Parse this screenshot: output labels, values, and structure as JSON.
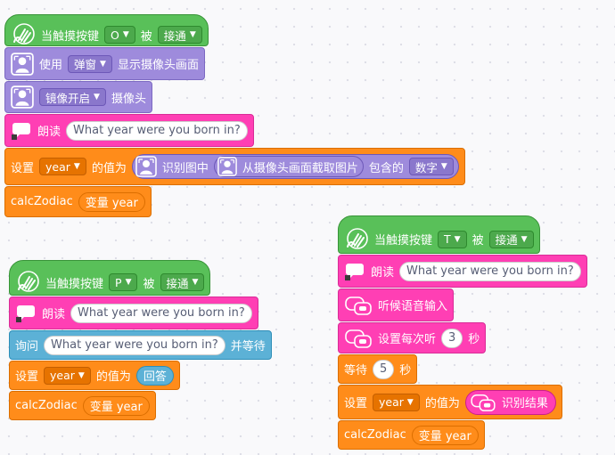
{
  "stacks": {
    "stack_o": {
      "hat": {
        "label": "当触摸按键",
        "key": "O",
        "by": "被",
        "state": "接通"
      },
      "camera_show": {
        "use": "使用",
        "mode": "弹窗",
        "label": "显示摄像头画面"
      },
      "mirror": {
        "value": "镜像开启",
        "label": "摄像头"
      },
      "speak": {
        "label": "朗读",
        "text": "What year were you born in?"
      },
      "set_var": {
        "label": "设置",
        "var": "year",
        "to": "的值为",
        "recognize": "识别图中",
        "capture": "从摄像头画面截取图片",
        "contains": "包含的",
        "type": "数字"
      },
      "call": {
        "label": "calcZodiac",
        "arg": "变量 year"
      }
    },
    "stack_p": {
      "hat": {
        "label": "当触摸按键",
        "key": "P",
        "by": "被",
        "state": "接通"
      },
      "speak": {
        "label": "朗读",
        "text": "What year were you born in?"
      },
      "ask": {
        "label": "询问",
        "text": "What year were you born in?",
        "wait": "并等待"
      },
      "set_var": {
        "label": "设置",
        "var": "year",
        "to": "的值为",
        "answer": "回答"
      },
      "call": {
        "label": "calcZodiac",
        "arg": "变量 year"
      }
    },
    "stack_t": {
      "hat": {
        "label": "当触摸按键",
        "key": "T",
        "by": "被",
        "state": "接通"
      },
      "speak": {
        "label": "朗读",
        "text": "What year were you born in?"
      },
      "listen": {
        "label": "听候语音输入"
      },
      "listen_time": {
        "label": "设置每次听",
        "seconds": "3",
        "unit": "秒"
      },
      "wait": {
        "label": "等待",
        "seconds": "5",
        "unit": "秒"
      },
      "set_var": {
        "label": "设置",
        "var": "year",
        "to": "的值为",
        "result": "识别结果"
      },
      "call": {
        "label": "calcZodiac",
        "arg": "变量 year"
      }
    }
  },
  "colors": {
    "event_green": "#59c059",
    "camera_purple": "#9e8bdc",
    "speech_pink": "#ff3fb4",
    "variable_orange": "#ff8c1a",
    "sensing_blue": "#5cb1d6"
  },
  "icons": {
    "hat": "touch-hand-icon",
    "camera": "person-camera-icon",
    "speak": "speech-bubble-icon",
    "listen": "microphone-chat-icon"
  }
}
